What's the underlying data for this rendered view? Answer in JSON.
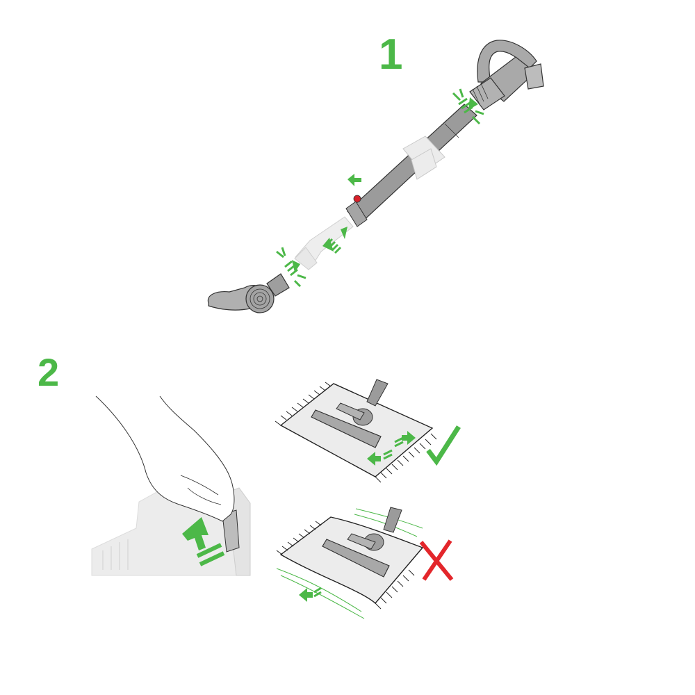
{
  "document": {
    "type": "assembly-instructions-illustration",
    "colors": {
      "accent_green": "#4cb848",
      "error_red": "#e3262b",
      "part_grey": "#9b9b9b",
      "part_light_grey": "#e6e6e6",
      "release_button_red": "#d8202a",
      "outline": "#333333"
    }
  },
  "steps": [
    {
      "number": "1",
      "illustration": "wand-assembly",
      "parts": [
        "handle",
        "wand",
        "extension-tube",
        "turbine-head"
      ],
      "icons": [
        "click-connect-icon",
        "click-connect-icon",
        "release-button-icon",
        "slide-arrow-icon",
        "slide-arrow-icon"
      ]
    },
    {
      "number": "2",
      "illustration": "tool-release-and-rug-usage",
      "panels": [
        {
          "name": "hand-releasing-tool",
          "icon": "push-up-arrow-icon"
        },
        {
          "name": "correct-use-on-rug",
          "result": "check-mark-icon"
        },
        {
          "name": "incorrect-use-on-rug",
          "result": "cross-mark-icon"
        }
      ]
    }
  ]
}
